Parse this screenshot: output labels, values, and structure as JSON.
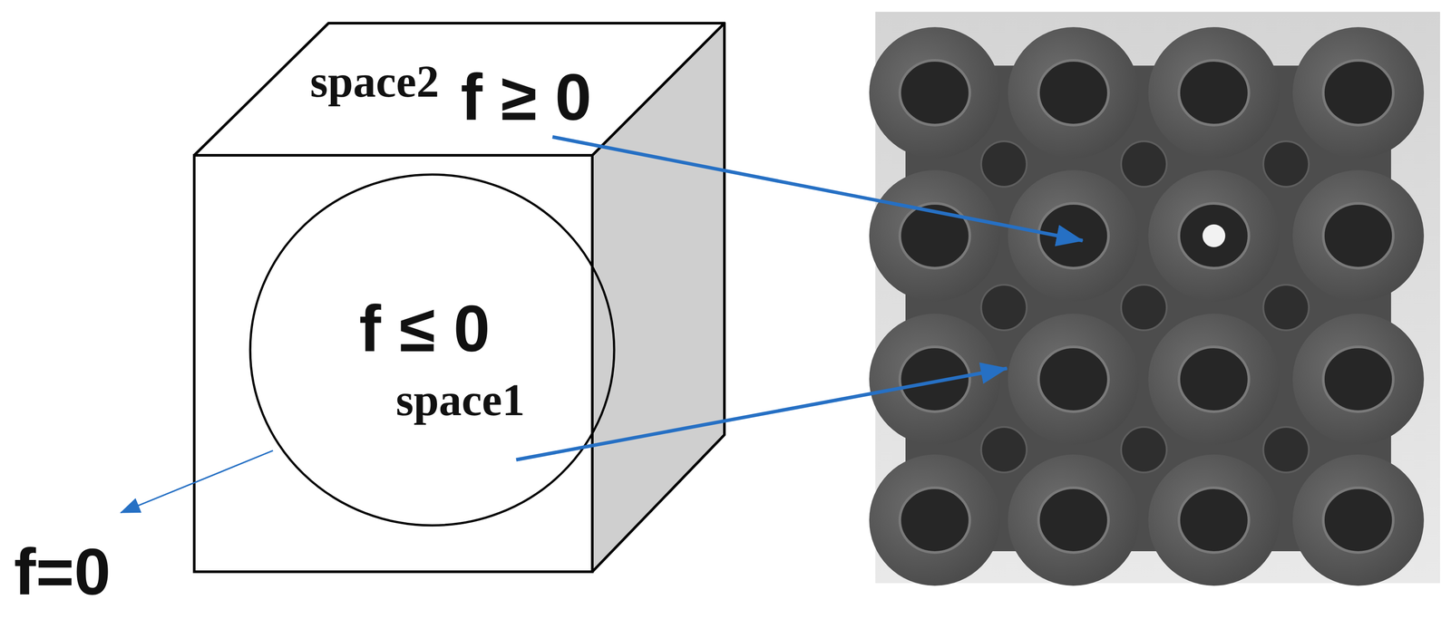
{
  "diagram": {
    "nodes": [
      {
        "text": [
          "space2",
          "f ≥ 0"
        ]
      },
      {
        "text": [
          "f ≤ 0",
          "space1"
        ],
        "in": 0
      }
    ],
    "labels": [
      "f=0"
    ]
  }
}
